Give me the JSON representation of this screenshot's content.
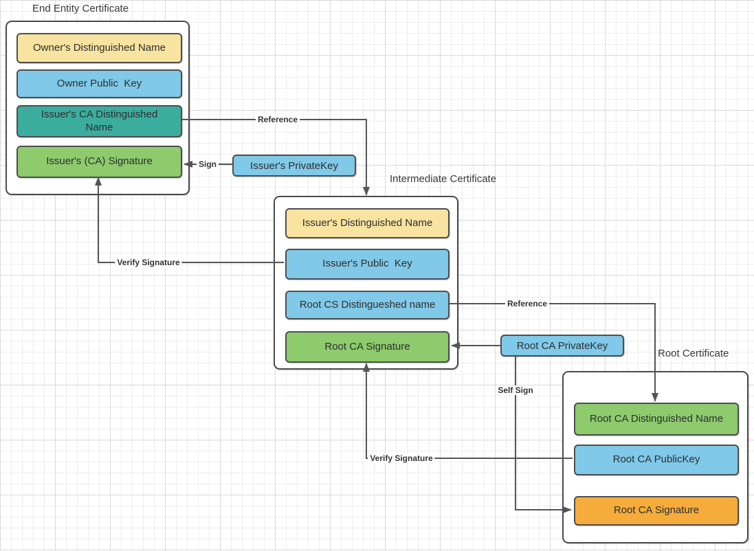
{
  "palette": {
    "yellow": "#F8E3A0",
    "blue": "#80C9E8",
    "teal": "#3AAD9E",
    "green": "#8DCB6D",
    "orange": "#F6AC3B",
    "shape_border": "#4E4E4E",
    "container_border": "#4A4A4A",
    "connector": "#545454",
    "text": "#2E2E2E"
  },
  "certificates": {
    "end_entity": {
      "title": "End Entity Certificate",
      "fields": [
        {
          "label": "Owner's Distinguished Name",
          "color": "#F8E3A0"
        },
        {
          "label": "Owner Public  Key",
          "color": "#80C9E8"
        },
        {
          "label": "Issuer's CA Distinguished Name",
          "color": "#3AAD9E"
        },
        {
          "label": "Issuer's (CA) Signature",
          "color": "#8DCB6D"
        }
      ]
    },
    "intermediate": {
      "title": "Intermediate Certificate",
      "fields": [
        {
          "label": "Issuer's Distinguished Name",
          "color": "#F8E3A0"
        },
        {
          "label": "Issuer's Public  Key",
          "color": "#80C9E8"
        },
        {
          "label": "Root CS Distingueshed name",
          "color": "#80C9E8"
        },
        {
          "label": "Root CA Signature",
          "color": "#8DCB6D"
        }
      ]
    },
    "root": {
      "title": "Root Certificate",
      "fields": [
        {
          "label": "Root CA Distinguished Name",
          "color": "#8DCB6D"
        },
        {
          "label": "Root CA PublicKey",
          "color": "#80C9E8"
        },
        {
          "label": "Root CA Signature",
          "color": "#F6AC3B"
        }
      ]
    }
  },
  "keys": {
    "issuer_private_key": {
      "label": "Issuer's PrivateKey",
      "color": "#80C9E8"
    },
    "root_ca_private_key": {
      "label": "Root CA PrivateKey",
      "color": "#80C9E8"
    }
  },
  "edges": {
    "reference_end_to_intermediate": {
      "label": "Reference"
    },
    "sign": {
      "label": "Sign"
    },
    "verify_intermediate_to_end": {
      "label": "Verify Signature"
    },
    "reference_intermediate_to_root": {
      "label": "Reference"
    },
    "self_sign": {
      "label": "Self Sign"
    },
    "verify_root_to_intermediate": {
      "label": "Verify Signature"
    }
  }
}
